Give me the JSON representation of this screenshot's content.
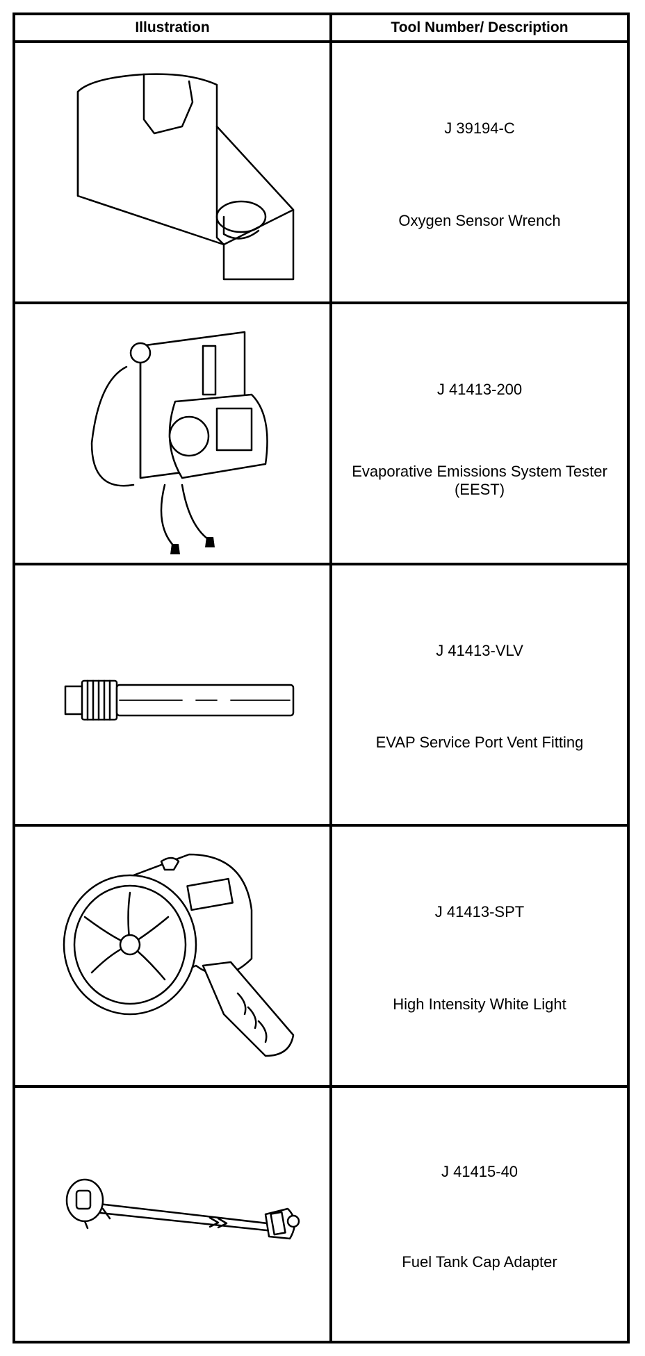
{
  "table": {
    "headers": [
      "Illustration",
      "Tool Number/ Description"
    ],
    "rows": [
      {
        "tool_number": "J 39194-C",
        "description": "Oxygen Sensor Wrench",
        "icon": "oxygen-sensor-wrench-icon"
      },
      {
        "tool_number": "J 41413-200",
        "description": "Evaporative Emissions System Tester (EEST)",
        "icon": "evap-tester-icon"
      },
      {
        "tool_number": "J 41413-VLV",
        "description": "EVAP Service Port Vent Fitting",
        "icon": "vent-fitting-icon"
      },
      {
        "tool_number": "J 41413-SPT",
        "description": "High Intensity White Light",
        "icon": "flashlight-icon"
      },
      {
        "tool_number": "J 41415-40",
        "description": "Fuel Tank Cap Adapter",
        "icon": "fuel-cap-adapter-icon"
      }
    ]
  }
}
